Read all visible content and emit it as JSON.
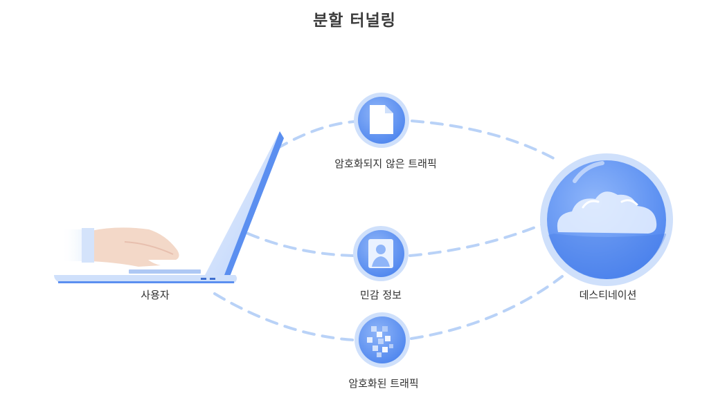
{
  "title": "분할 터널링",
  "nodes": {
    "user": {
      "label": "사용자",
      "icon": "laptop-with-hand-icon"
    },
    "destination": {
      "label": "데스티네이션",
      "icon": "cloud-globe-icon"
    }
  },
  "traffic": [
    {
      "label": "암호화되지 않은 트래픽",
      "icon": "document-icon"
    },
    {
      "label": "민감 정보",
      "icon": "person-id-icon"
    },
    {
      "label": "암호화된 트래픽",
      "icon": "pixelated-data-icon"
    }
  ],
  "colors": {
    "accent": "#5b8ff0",
    "accent_light": "#a9c8f8",
    "dash": "#b9d2f7",
    "laptop_screen": "#cfe0fb",
    "hand": "#f3d8c8"
  }
}
